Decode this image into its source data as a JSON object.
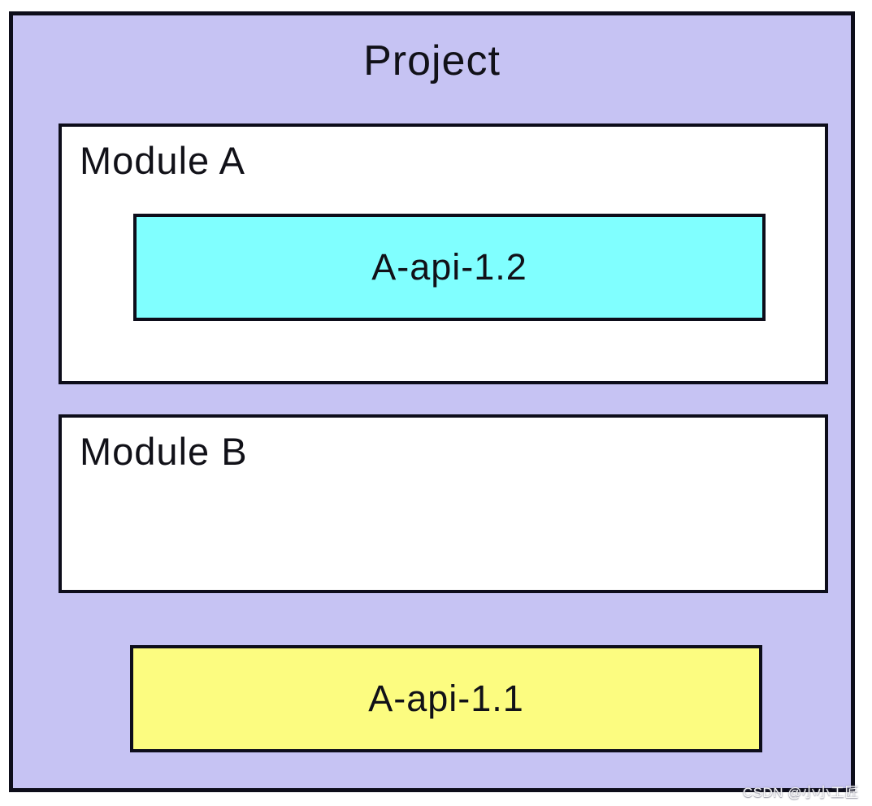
{
  "diagram": {
    "title": "Project",
    "modules": [
      {
        "label": "Module A",
        "apis": [
          {
            "label": "A-api-1.2",
            "color_key": "api_cyan"
          }
        ]
      },
      {
        "label": "Module B",
        "apis": []
      }
    ],
    "standalone_api": {
      "label": "A-api-1.1",
      "color_key": "api_yellow"
    }
  },
  "watermark": "CSDN @小小工匠",
  "colors": {
    "project_fill": "#c6c3f3",
    "module_fill": "#ffffff",
    "api_cyan": "#80ffff",
    "api_yellow": "#fcfc80",
    "border": "#0d0d1a"
  }
}
